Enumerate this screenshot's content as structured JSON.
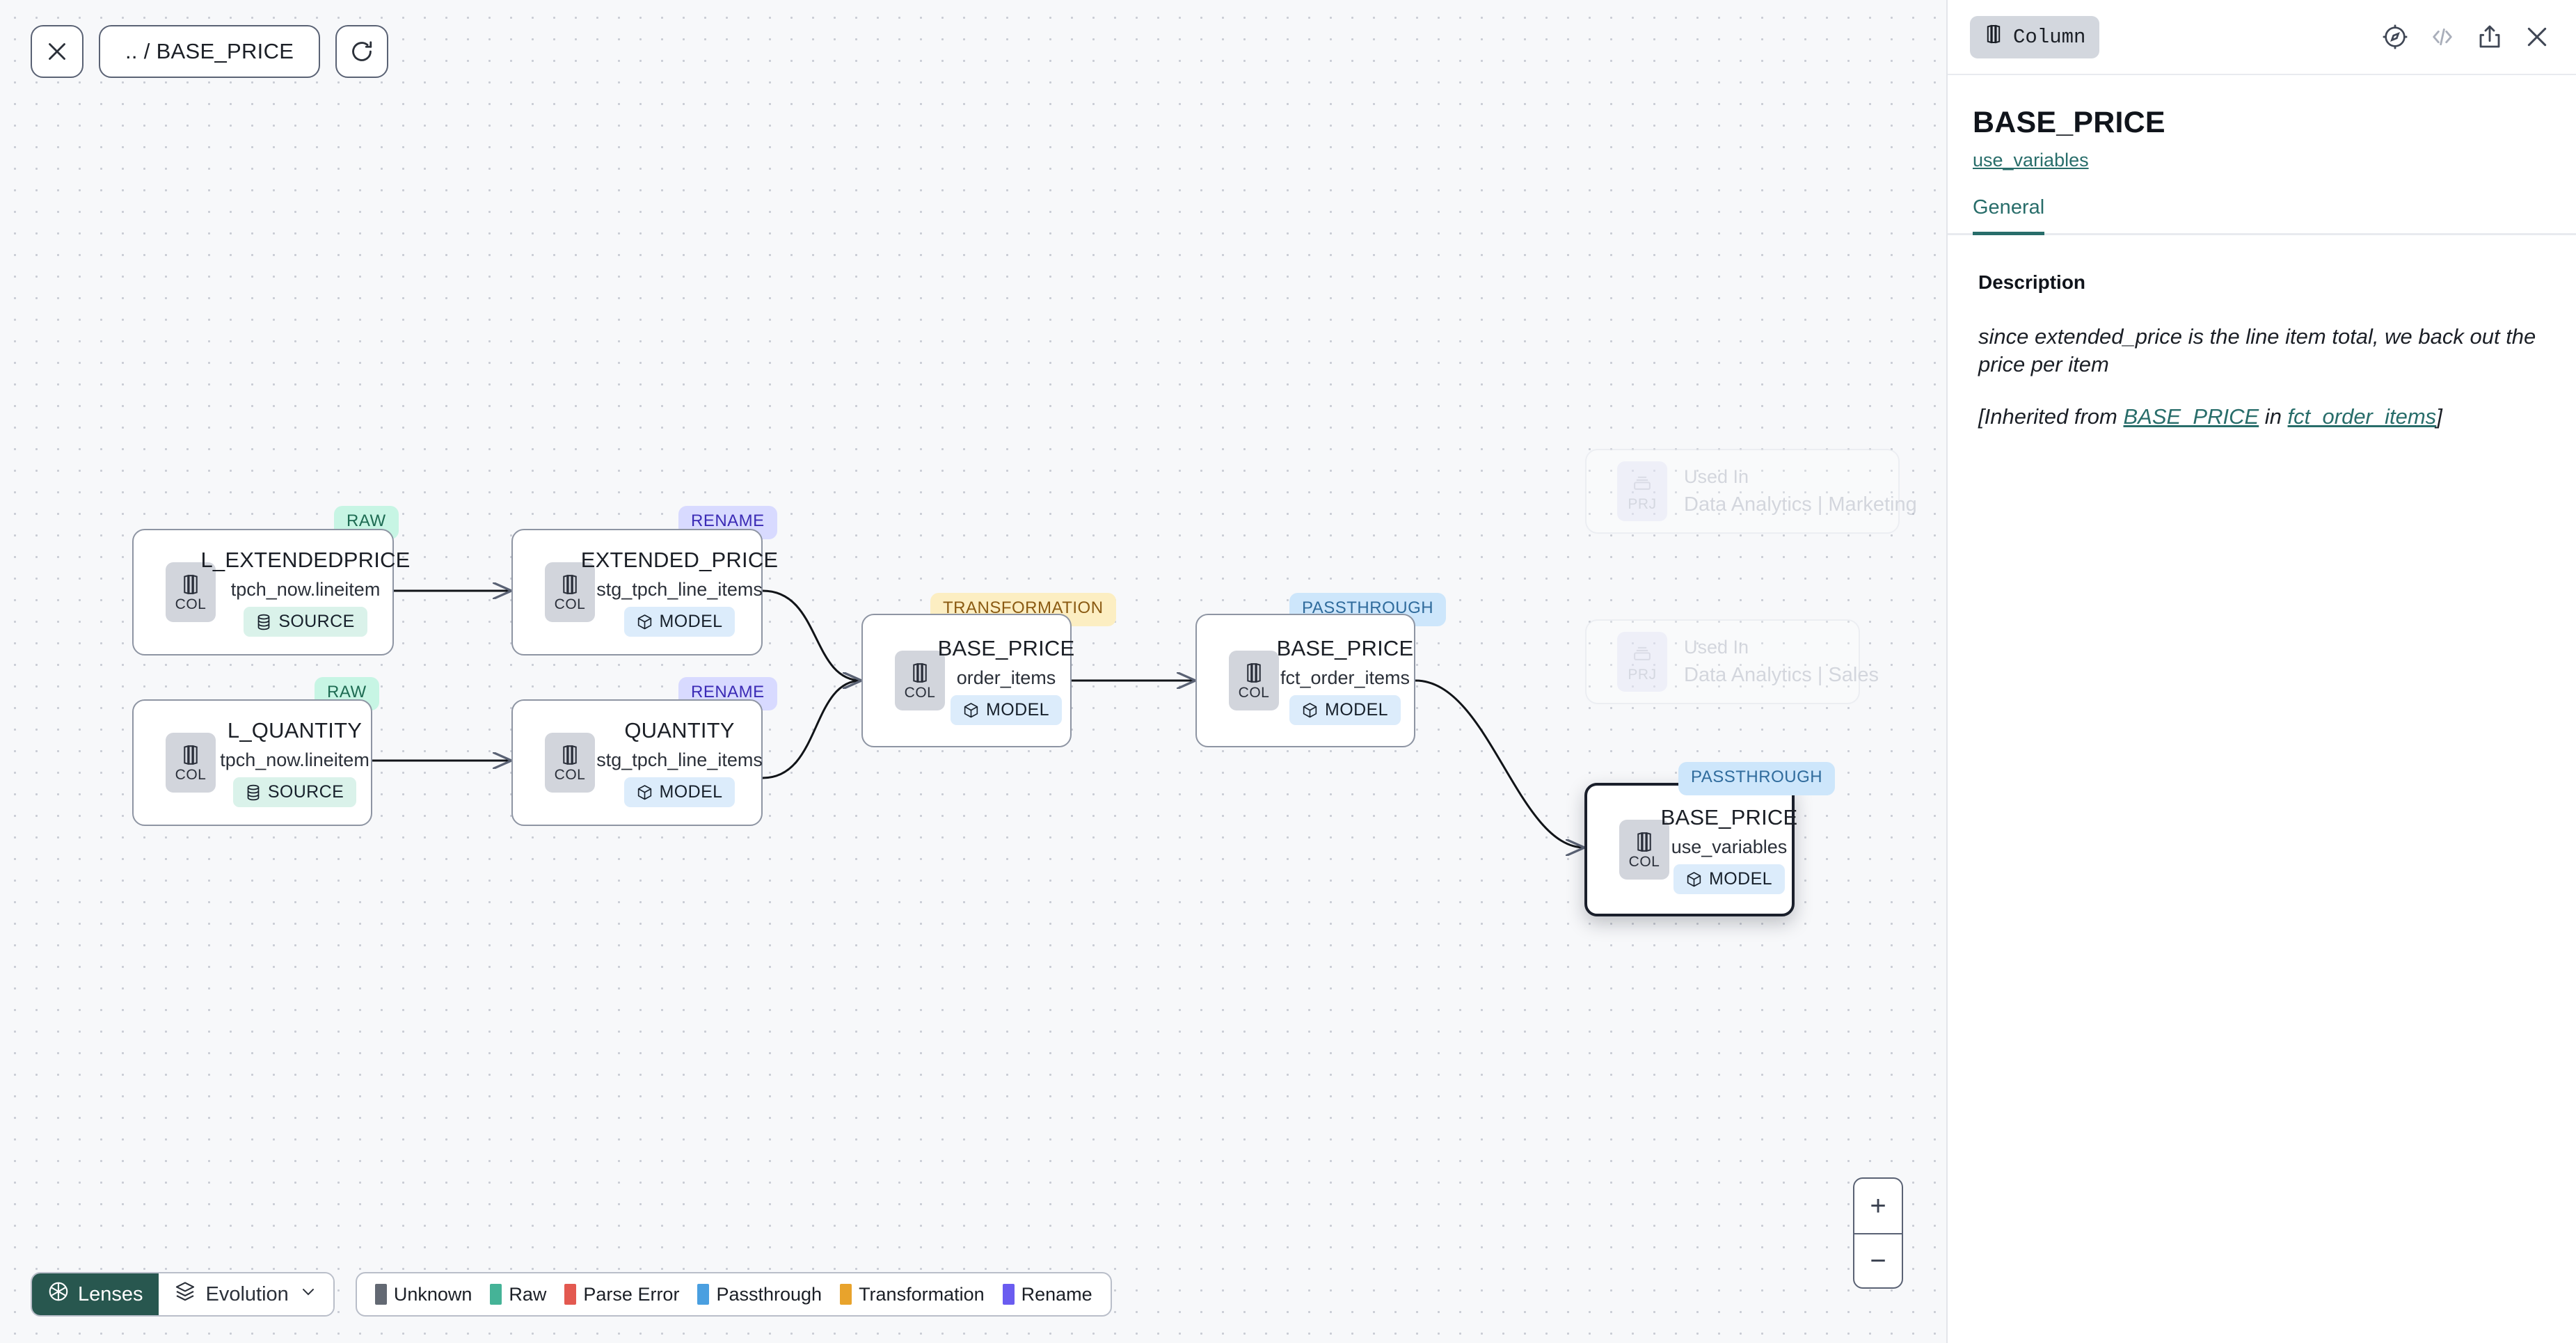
{
  "toolbar": {
    "close_icon": "close-icon",
    "breadcrumb": ".. / BASE_PRICE",
    "refresh_icon": "refresh-icon"
  },
  "graph": {
    "nodes": [
      {
        "id": "l_extendedprice",
        "tag": "RAW",
        "tag_kind": "raw",
        "title": "L_EXTENDEDPRICE",
        "subtitle": "tpch_now.lineitem",
        "chip": "COL",
        "pill": "SOURCE",
        "pill_kind": "source",
        "selected": false
      },
      {
        "id": "l_quantity",
        "tag": "RAW",
        "tag_kind": "raw",
        "title": "L_QUANTITY",
        "subtitle": "tpch_now.lineitem",
        "chip": "COL",
        "pill": "SOURCE",
        "pill_kind": "source",
        "selected": false
      },
      {
        "id": "extended_price",
        "tag": "RENAME",
        "tag_kind": "rename",
        "title": "EXTENDED_PRICE",
        "subtitle": "stg_tpch_line_items",
        "chip": "COL",
        "pill": "MODEL",
        "pill_kind": "model",
        "selected": false
      },
      {
        "id": "quantity",
        "tag": "RENAME",
        "tag_kind": "rename",
        "title": "QUANTITY",
        "subtitle": "stg_tpch_line_items",
        "chip": "COL",
        "pill": "MODEL",
        "pill_kind": "model",
        "selected": false
      },
      {
        "id": "base_price_order_items",
        "tag": "TRANSFORMATION",
        "tag_kind": "transformation",
        "title": "BASE_PRICE",
        "subtitle": "order_items",
        "chip": "COL",
        "pill": "MODEL",
        "pill_kind": "model",
        "selected": false
      },
      {
        "id": "base_price_fct_order_items",
        "tag": "PASSTHROUGH",
        "tag_kind": "passthrough",
        "title": "BASE_PRICE",
        "subtitle": "fct_order_items",
        "chip": "COL",
        "pill": "MODEL",
        "pill_kind": "model",
        "selected": false
      },
      {
        "id": "base_price_use_variables",
        "tag": "PASSTHROUGH",
        "tag_kind": "passthrough",
        "title": "BASE_PRICE",
        "subtitle": "use_variables",
        "chip": "COL",
        "pill": "MODEL",
        "pill_kind": "model",
        "selected": true
      }
    ],
    "ghost_nodes": [
      {
        "id": "used-in-marketing",
        "chip": "PRJ",
        "line1": "Used In",
        "line2": "Data Analytics | Marketing"
      },
      {
        "id": "used-in-sales",
        "chip": "PRJ",
        "line1": "Used In",
        "line2": "Data Analytics | Sales"
      }
    ]
  },
  "bottom_bar": {
    "lenses_label": "Lenses",
    "lenses_icon": "aperture-icon",
    "evolution_label": "Evolution",
    "evolution_icon": "layers-icon",
    "chevron_icon": "chevron-down-icon",
    "legend": [
      {
        "label": "Unknown",
        "color": "#636973"
      },
      {
        "label": "Raw",
        "color": "#45b397"
      },
      {
        "label": "Parse Error",
        "color": "#e35950"
      },
      {
        "label": "Passthrough",
        "color": "#4a9fe0"
      },
      {
        "label": "Transformation",
        "color": "#e8a32c"
      },
      {
        "label": "Rename",
        "color": "#6a5cf0"
      }
    ]
  },
  "zoom_controls": {
    "zoom_in": "+",
    "zoom_out": "−"
  },
  "panel": {
    "kind_badge": "Column",
    "kind_icon": "column-icon",
    "icons": [
      "compass-icon",
      "code-icon",
      "share-icon",
      "close-icon"
    ],
    "title": "BASE_PRICE",
    "model_link": "use_variables",
    "tabs": [
      {
        "label": "General",
        "active": true
      }
    ],
    "description_label": "Description",
    "description_text": "since extended_price is the line item total, we back out the price per item",
    "inherited_prefix": "[Inherited from ",
    "inherited_link_1": "BASE_PRICE",
    "inherited_middle": " in ",
    "inherited_link_2": "fct_order_items",
    "inherited_suffix": "]"
  }
}
